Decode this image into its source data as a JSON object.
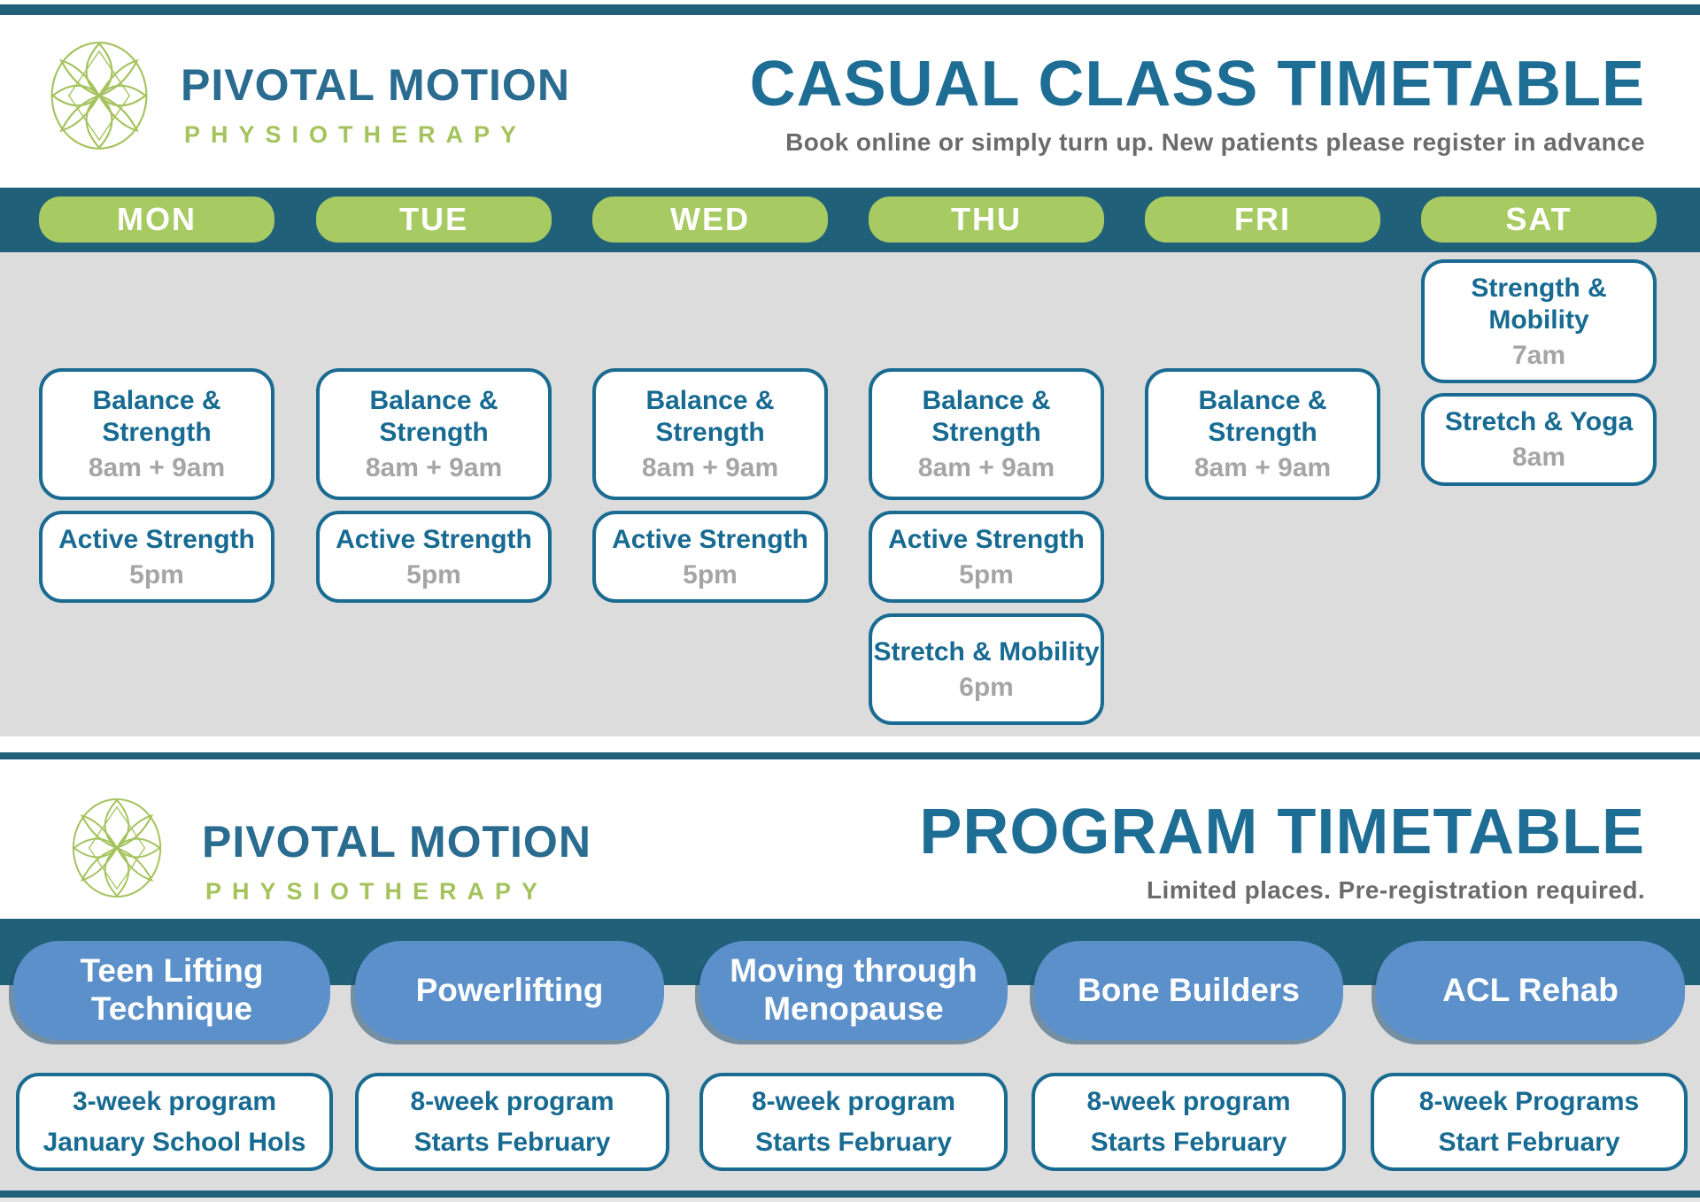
{
  "brand": {
    "name": "PIVOTAL MOTION",
    "tagline": "PHYSIOTHERAPY"
  },
  "colors": {
    "teal_bar": "#206079",
    "teal_text": "#1d6d94",
    "card_border": "#1a6b91",
    "day_pill_green": "#a8ca63",
    "logo_green": "#a4c35c",
    "program_pill_blue": "#5b90ca",
    "section_gray": "#dcdcdc",
    "time_gray": "#a5a5a5",
    "subtitle_gray": "#6b6b6b"
  },
  "casual": {
    "title": "CASUAL CLASS TIMETABLE",
    "subtitle": "Book online or simply turn up. New patients please register in advance",
    "days": [
      "MON",
      "TUE",
      "WED",
      "THU",
      "FRI",
      "SAT"
    ],
    "columns": [
      {
        "day": "MON",
        "classes": [
          {
            "name": "Balance & Strength",
            "time": "8am + 9am"
          },
          {
            "name": "Active Strength",
            "time": "5pm"
          }
        ]
      },
      {
        "day": "TUE",
        "classes": [
          {
            "name": "Balance & Strength",
            "time": "8am + 9am"
          },
          {
            "name": "Active Strength",
            "time": "5pm"
          }
        ]
      },
      {
        "day": "WED",
        "classes": [
          {
            "name": "Balance & Strength",
            "time": "8am + 9am"
          },
          {
            "name": "Active Strength",
            "time": "5pm"
          }
        ]
      },
      {
        "day": "THU",
        "classes": [
          {
            "name": "Balance & Strength",
            "time": "8am + 9am"
          },
          {
            "name": "Active Strength",
            "time": "5pm"
          },
          {
            "name": "Stretch & Mobility",
            "time": "6pm"
          }
        ]
      },
      {
        "day": "FRI",
        "classes": [
          {
            "name": "Balance & Strength",
            "time": "8am + 9am"
          }
        ]
      },
      {
        "day": "SAT",
        "classes": [
          {
            "name": "Strength & Mobility",
            "time": "7am"
          },
          {
            "name": "Stretch & Yoga",
            "time": "8am"
          }
        ]
      }
    ]
  },
  "program": {
    "title": "PROGRAM TIMETABLE",
    "subtitle": "Limited places. Pre-registration required.",
    "programs": [
      {
        "name": "Teen Lifting Technique",
        "detail1": "3-week program",
        "detail2": "January School Hols"
      },
      {
        "name": "Powerlifting",
        "detail1": "8-week program",
        "detail2": "Starts February"
      },
      {
        "name": "Moving through Menopause",
        "detail1": "8-week program",
        "detail2": "Starts February"
      },
      {
        "name": "Bone Builders",
        "detail1": "8-week program",
        "detail2": "Starts February"
      },
      {
        "name": "ACL Rehab",
        "detail1": "8-week Programs",
        "detail2": "Start February"
      }
    ]
  }
}
